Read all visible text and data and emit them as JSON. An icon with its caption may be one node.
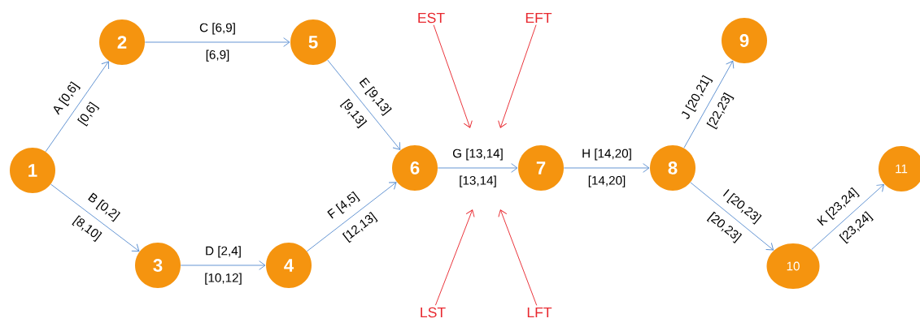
{
  "diagram": {
    "nodes": [
      {
        "text": [
          "1"
        ]
      },
      {
        "text": [
          "2"
        ]
      },
      {
        "text": [
          "3"
        ]
      },
      {
        "text": [
          "4"
        ]
      },
      {
        "text": [
          "5"
        ]
      },
      {
        "text": [
          "6"
        ]
      },
      {
        "text": [
          "7"
        ]
      },
      {
        "text": [
          "8"
        ]
      },
      {
        "text": [
          "9"
        ]
      },
      {
        "text": [
          "10"
        ]
      },
      {
        "text": [
          "11"
        ]
      },
      {
        "text": [
          "EST"
        ]
      },
      {
        "text": [
          "EFT"
        ]
      },
      {
        "text": [
          "LST"
        ]
      },
      {
        "text": [
          "LFT"
        ]
      }
    ],
    "edges": [
      {
        "from": 0,
        "to": 1,
        "arrow": "to",
        "label": "A [0,6]"
      },
      {
        "from": 0,
        "to": 2,
        "arrow": "to",
        "label": "B [0,2]"
      },
      {
        "from": 1,
        "to": 4,
        "arrow": "to",
        "label": "C [6,9]"
      },
      {
        "from": 2,
        "to": 3,
        "arrow": "to",
        "label": "D [2,4]"
      },
      {
        "from": 4,
        "to": 5,
        "arrow": "to",
        "label": "E [9,13]"
      },
      {
        "from": 3,
        "to": 5,
        "arrow": "to",
        "label": "F [4,5]"
      },
      {
        "from": 5,
        "to": 6,
        "arrow": "to",
        "label": "G [13,14]"
      },
      {
        "from": 6,
        "to": 7,
        "arrow": "to",
        "label": "H [14,20]"
      },
      {
        "from": 7,
        "to": 9,
        "arrow": "to",
        "label": "I [20,23]"
      },
      {
        "from": 7,
        "to": 8,
        "arrow": "to",
        "label": "J [20,21]"
      },
      {
        "from": 9,
        "to": 10,
        "arrow": "to",
        "label": "K [23,24]"
      },
      {
        "from": 11,
        "to": null,
        "arrow": "to",
        "color": "#e8282f"
      },
      {
        "from": 12,
        "to": null,
        "arrow": "to",
        "color": "#e8282f"
      },
      {
        "from": 13,
        "to": null,
        "arrow": "to",
        "color": "#e8282f"
      },
      {
        "from": 14,
        "to": null,
        "arrow": "to",
        "color": "#e8282f"
      }
    ],
    "labels": [
      "[0,6]",
      "[8,10]",
      "[6,9]",
      "[10,12]",
      "[9,13]",
      "[12,13]",
      "[13,14]",
      "[14,20]",
      "[20,23]",
      "[22,23]",
      "[23,24]"
    ]
  }
}
